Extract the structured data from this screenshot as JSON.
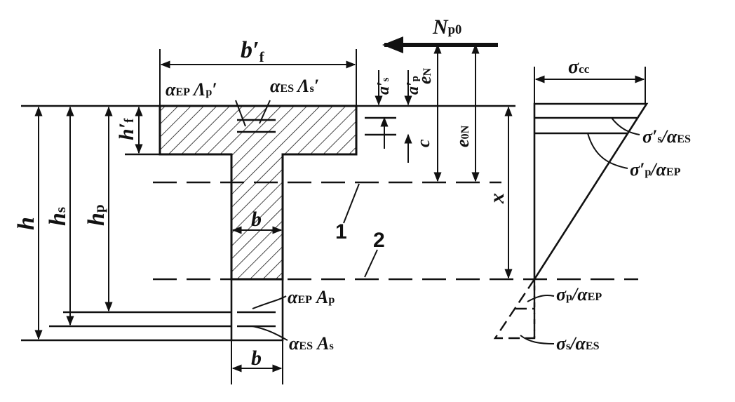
{
  "labels": {
    "force": "N",
    "force_sub": "p0",
    "flange_width": "b",
    "flange_width_sub": "f",
    "flange_width_prime": "′",
    "flange_thickness": "h",
    "flange_thickness_sub": "f",
    "flange_thickness_prime": "′",
    "total_height": "h",
    "steel_depth": "h",
    "steel_depth_sub": "s",
    "tendon_depth": "h",
    "tendon_depth_sub": "p",
    "web_width": "b",
    "web_width_bottom": "b",
    "ep_ap_top": "α",
    "ep_ap_top_sub": "EP",
    "ep_ap_top_area": "Λ",
    "ep_ap_top_area_sub": "p",
    "ep_ap_top_prime": "′",
    "es_as_top": "α",
    "es_as_top_sub": "ES",
    "es_as_top_area": "Λ",
    "es_as_top_area_sub": "s",
    "es_as_top_prime": "′",
    "ep_ap_bottom": "α",
    "ep_ap_bottom_sub": "EP",
    "ep_ap_bottom_area": "A",
    "ep_ap_bottom_area_sub": "p",
    "es_as_bottom": "α",
    "es_as_bottom_sub": "ES",
    "es_as_bottom_area": "A",
    "es_as_bottom_area_sub": "s",
    "as_prime": "a",
    "as_prime_sub": "s",
    "ap_prime": "a",
    "ap_prime_sub": "p",
    "eN": "e",
    "eN_sub": "N",
    "e0N": "e",
    "e0N_sub": "0N",
    "c": "c",
    "x": "x",
    "line1": "1",
    "line2": "2",
    "sigma_cc": "σ",
    "sigma_cc_sub": "cc",
    "sigma_s_prime": "σ",
    "sigma_s_prime_sub": "s",
    "sigma_s_prime_div": "/α",
    "sigma_s_prime_div_sub": "ES",
    "sigma_p_prime": "σ",
    "sigma_p_prime_sub": "p",
    "sigma_p_prime_div": "/α",
    "sigma_p_prime_div_sub": "EP",
    "sigma_p": "σ",
    "sigma_p_sub": "p",
    "sigma_p_div": "/α",
    "sigma_p_div_sub": "EP",
    "sigma_s": "σ",
    "sigma_s_sub": "s",
    "sigma_s_div": "/α",
    "sigma_s_div_sub": "ES"
  }
}
